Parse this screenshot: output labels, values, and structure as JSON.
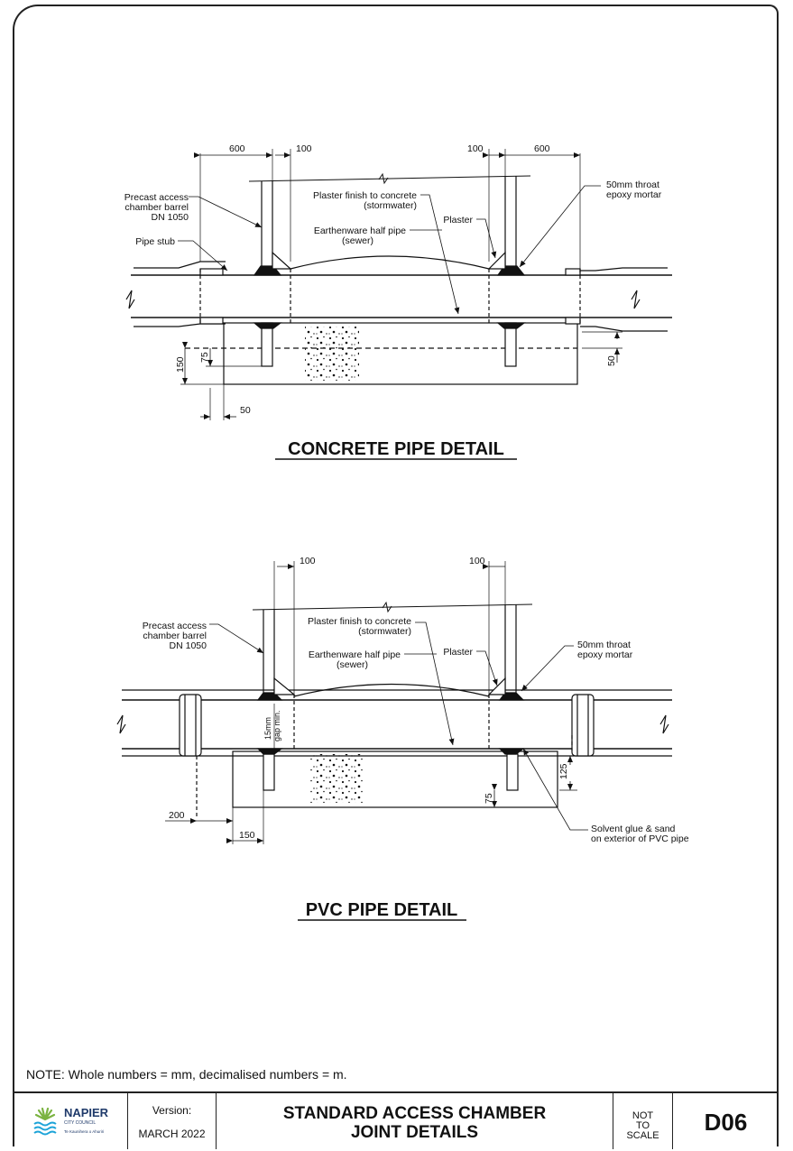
{
  "concrete": {
    "title": "CONCRETE PIPE DETAIL",
    "dims": {
      "d600l": "600",
      "d100l": "100",
      "d100r": "100",
      "d600r": "600",
      "d150": "150",
      "d75": "75",
      "d50a": "50",
      "d50b": "50"
    },
    "labels": {
      "precast1": "Precast access",
      "precast2": "chamber barrel",
      "precast3": "DN 1050",
      "stub": "Pipe stub",
      "plaster_finish1": "Plaster finish to concrete",
      "plaster_finish2": "(stormwater)",
      "earthen1": "Earthenware half pipe",
      "earthen2": "(sewer)",
      "plaster": "Plaster",
      "throat1": "50mm throat",
      "throat2": "epoxy mortar"
    }
  },
  "pvc": {
    "title": "PVC PIPE DETAIL",
    "dims": {
      "d100l": "100",
      "d100r": "100",
      "d200": "200",
      "d150": "150",
      "d125": "125",
      "d75": "75",
      "gap1": "15mm",
      "gap2": "gap min."
    },
    "labels": {
      "precast1": "Precast access",
      "precast2": "chamber barrel",
      "precast3": "DN 1050",
      "plaster_finish1": "Plaster finish to concrete",
      "plaster_finish2": "(stormwater)",
      "earthen1": "Earthenware half pipe",
      "earthen2": "(sewer)",
      "plaster": "Plaster",
      "throat1": "50mm throat",
      "throat2": "epoxy mortar",
      "solvent1": "Solvent glue & sand",
      "solvent2": "on exterior of PVC pipe"
    }
  },
  "note": "NOTE:  Whole numbers = mm, decimalised numbers = m.",
  "titleblock": {
    "logo_name": "NAPIER",
    "logo_sub": "CITY COUNCIL",
    "logo_maori": "Te Kaunihera o Ahuriri",
    "version_label": "Version:",
    "version_value": "MARCH 2022",
    "title_line1": "STANDARD ACCESS CHAMBER",
    "title_line2": "JOINT DETAILS",
    "scale1": "NOT",
    "scale2": "TO",
    "scale3": "SCALE",
    "code": "D06"
  },
  "colors": {
    "line": "#111111",
    "brand_blue": "#1f3a6a",
    "brand_green": "#7bb341",
    "brand_cyan": "#1ca3d8"
  }
}
